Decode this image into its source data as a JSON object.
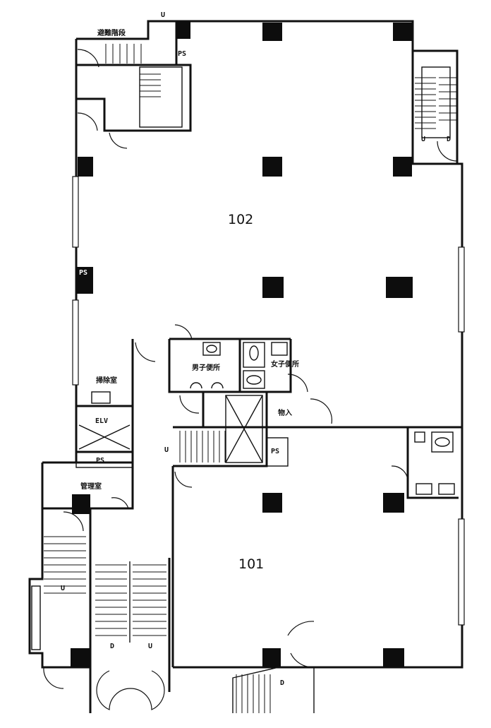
{
  "rooms": {
    "unit_102": "102",
    "unit_101": "101"
  },
  "labels": {
    "emergency_stairs": "避難階段",
    "ps_top": "PS",
    "ps_left": "PS",
    "ps_elv": "PS",
    "ps_center": "PS",
    "mens_toilet": "男子便所",
    "womens_toilet": "女子便所",
    "storage": "物入",
    "cleaning_room": "掃除室",
    "elevator": "ELV",
    "management_room": "管理室",
    "up_top": "U",
    "up_right_stair": "U",
    "down_right_stair": "D",
    "up_center": "U",
    "up_left_lower": "U",
    "down_entrance": "D",
    "up_entrance": "U",
    "down_bottom_stair": "D"
  },
  "icons": {
    "column": "column-square",
    "door": "door-swing",
    "stairs": "stair-treads"
  }
}
